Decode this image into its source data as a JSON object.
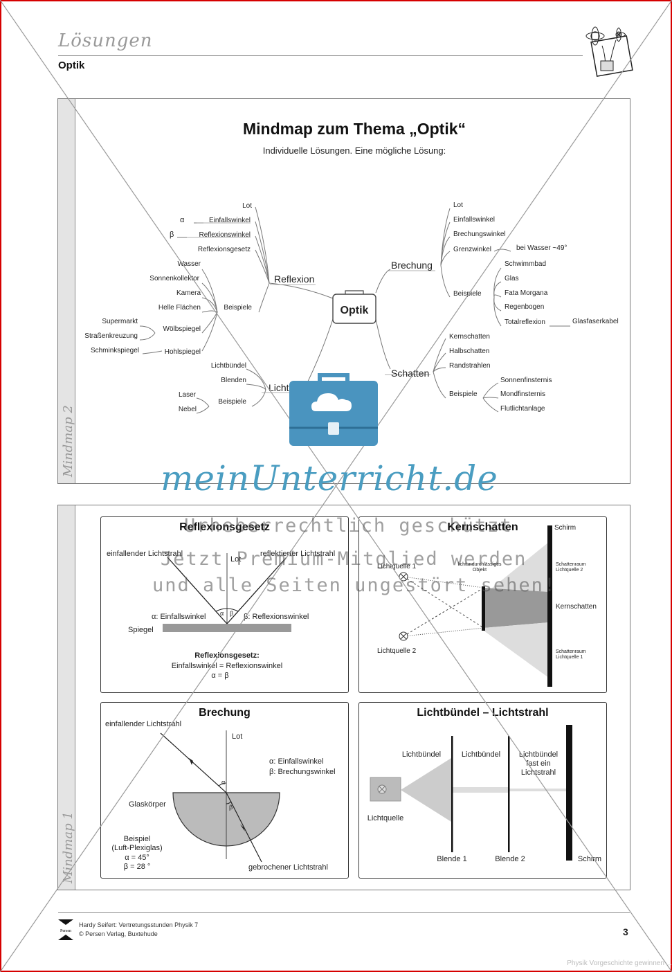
{
  "header": {
    "title": "Lösungen",
    "subtitle": "Optik"
  },
  "mindmap2": {
    "side_label": "Mindmap 2",
    "title": "Mindmap zum Thema „Optik“",
    "subtitle": "Individuelle Lösungen. Eine mögliche Lösung:",
    "center": "Optik",
    "reflexion": {
      "label": "Reflexion",
      "lot": "Lot",
      "einfallswinkel": "Einfallswinkel",
      "alpha": "α",
      "reflexionswinkel": "Reflexionswinkel",
      "beta": "β",
      "reflexionsgesetz": "Reflexionsgesetz",
      "beispiele": "Beispiele",
      "ex": [
        "Wasser",
        "Sonnenkollektor",
        "Kamera",
        "Helle Flächen"
      ],
      "woelbspiegel": "Wölbspiegel",
      "hohlspiegel": "Hohlspiegel",
      "w_ex": [
        "Supermarkt",
        "Straßenkreuzung"
      ],
      "h_ex": "Schminkspiegel"
    },
    "lichtstrahl": {
      "label": "Lichtstrahl",
      "items": [
        "Lichtbündel",
        "Blenden"
      ],
      "beispiele": "Beispiele",
      "ex": [
        "Laser",
        "Nebel"
      ]
    },
    "brechung": {
      "label": "Brechung",
      "items": [
        "Lot",
        "Einfallswinkel",
        "Brechungswinkel",
        "Grenzwinkel"
      ],
      "grenz_note": "bei Wasser ~49°",
      "beispiele": "Beispiele",
      "ex": [
        "Schwimmbad",
        "Glas",
        "Fata  Morgana",
        "Regenbogen",
        "Totalreflexion"
      ],
      "glasfaser": "Glasfaserkabel"
    },
    "schatten": {
      "label": "Schatten",
      "items": [
        "Kernschatten",
        "Halbschatten",
        "Randstrahlen"
      ],
      "beispiele": "Beispiele",
      "ex": [
        "Sonnenfinsternis",
        "Mondfinsternis",
        "Flutlichtanlage"
      ]
    }
  },
  "mindmap1": {
    "side_label": "Mindmap 1",
    "reflexionsgesetz": {
      "title": "Reflexionsgesetz",
      "einfallend": "einfallender Lichtstrahl",
      "reflektiert": "reflektierter Lichtstrahl",
      "lot": "Lot",
      "alpha_label": "α: Einfallswinkel",
      "beta_label": "β: Reflexionswinkel",
      "alpha": "α",
      "beta": "β",
      "spiegel": "Spiegel",
      "law_title": "Reflexionsgesetz:",
      "law": "Einfallswinkel = Reflexionswinkel",
      "law_eq": "α = β"
    },
    "kernschatten": {
      "title": "Kernschatten",
      "schirm": "Schirm",
      "lq1": "Lichtquelle 1",
      "lq2": "Lichtquelle 2",
      "objekt_1": "lichtundurchlässiges",
      "objekt_2": "Objekt",
      "raum2_1": "Schattenraum",
      "raum2_2": "Lichtquelle 2",
      "kern": "Kernschatten",
      "raum1_1": "Schattenraum",
      "raum1_2": "Lichtquelle 1"
    },
    "brechung": {
      "title": "Brechung",
      "einfallend": "einfallender Lichtstrahl",
      "lot": "Lot",
      "alpha_label": "α: Einfallswinkel",
      "beta_label": "β: Brechungswinkel",
      "alpha": "α",
      "beta": "β",
      "glas": "Glaskörper",
      "bsp": [
        "Beispiel",
        "(Luft-Plexiglas)",
        "α = 45°",
        "β = 28 °"
      ],
      "gebrochen": "gebrochener Lichtstrahl"
    },
    "lichtbuendel": {
      "title": "Lichtbündel – Lichtstrahl",
      "lb1": "Lichtbündel",
      "lb2": "Lichtbündel",
      "lb3": [
        "Lichtbündel",
        "fast ein",
        "Lichtstrahl"
      ],
      "lichtquelle": "Lichtquelle",
      "blende1": "Blende 1",
      "blende2": "Blende 2",
      "schirm": "Schirm"
    }
  },
  "footer": {
    "publisher_mark": "Persen",
    "line1": "Hardy Seifert: Vertretungsstunden Physik 7",
    "line2": "© Persen Verlag, Buxtehude",
    "page": "3"
  },
  "watermark": {
    "brand": "meinUnterricht.de",
    "line1": "Urheberrechtlich geschützt",
    "line2": "Jetzt Premium-Mitglied werden",
    "line3": "und alle Seiten ungestört sehen!",
    "stamp": "Physik Vorgeschichte gewinnen ..."
  },
  "colors": {
    "frame": "#d60000",
    "brand": "#4a9dc1",
    "case": "#4a94bf"
  }
}
